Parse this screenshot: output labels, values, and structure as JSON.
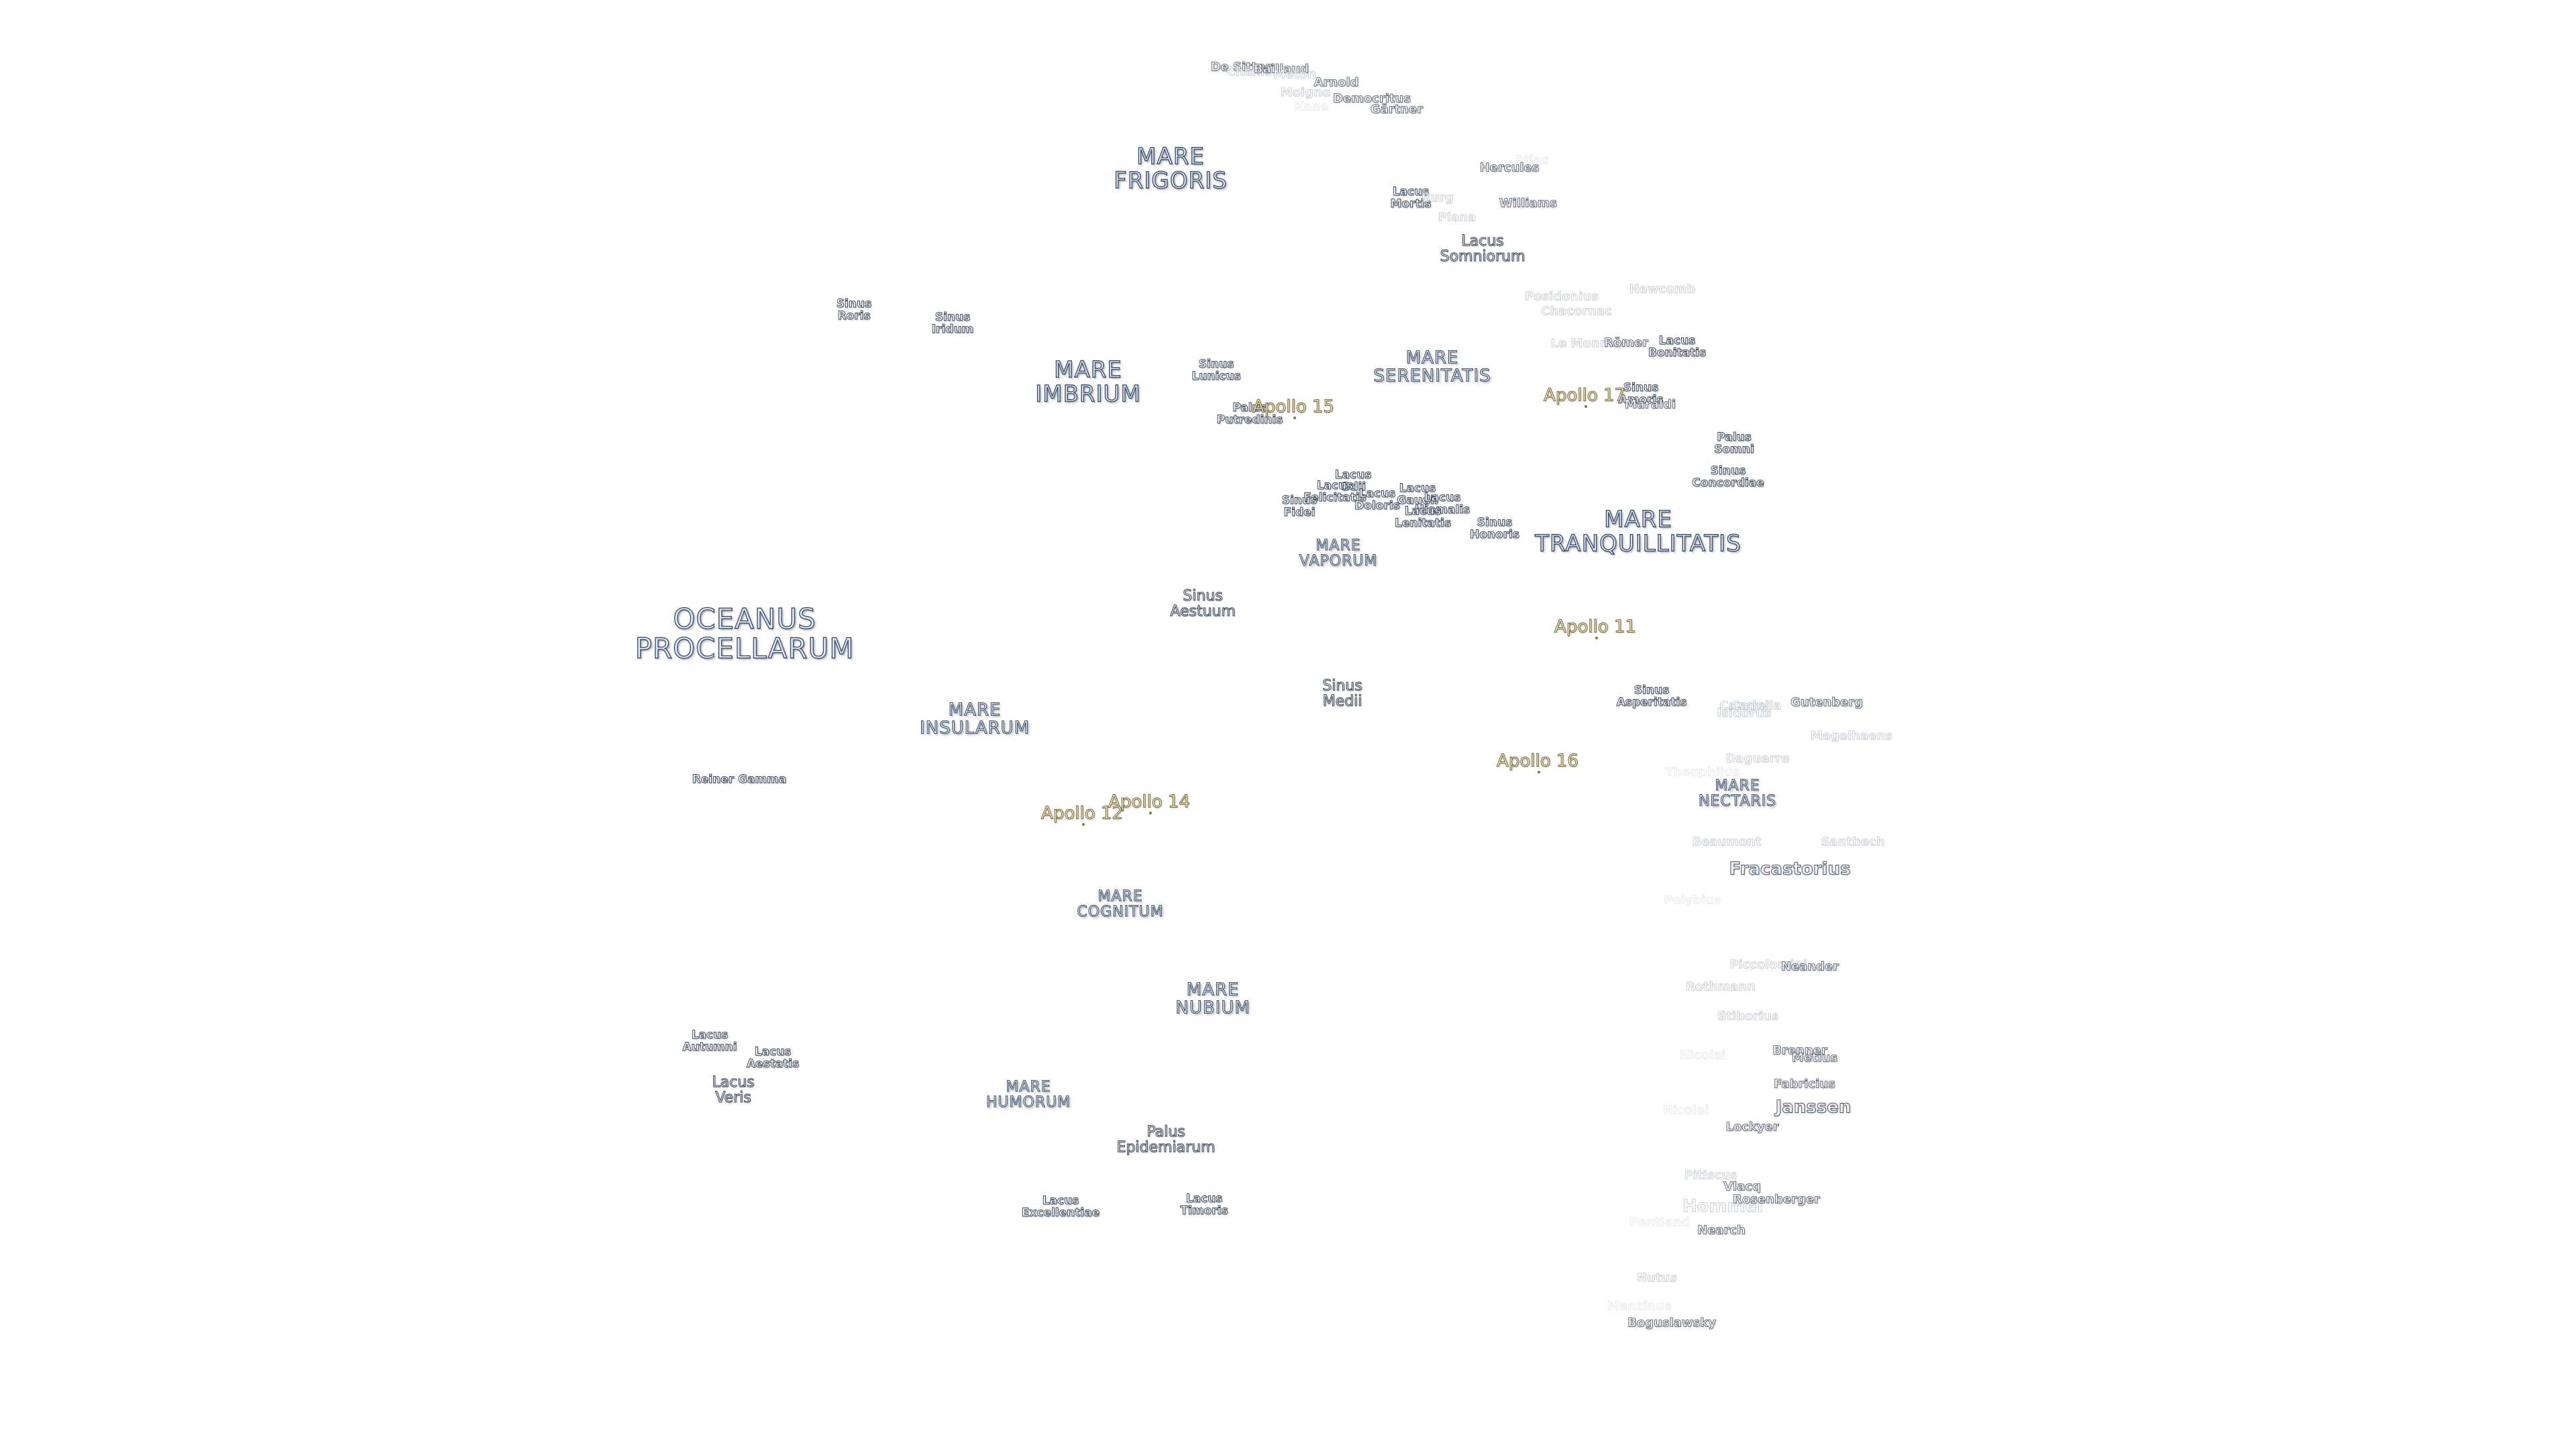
{
  "map": {
    "background": "#ffffff",
    "maria": [
      {
        "id": "mare-frigoris",
        "text": "MARE\nFRIGORIS",
        "size": "normal"
      },
      {
        "id": "mare-imbrium",
        "text": "MARE\nIMBRIUM",
        "size": "normal"
      },
      {
        "id": "mare-serenitatis",
        "text": "MARE\nSERENITATIS",
        "size": "mid"
      },
      {
        "id": "mare-tranquillitatis",
        "text": "MARE\nTRANQUILLITATIS",
        "size": "normal"
      },
      {
        "id": "oceanus-procellarum",
        "text": "OCEANUS\nPROCELLARUM",
        "size": "big"
      },
      {
        "id": "mare-insularum",
        "text": "MARE\nINSULARUM",
        "size": "mid"
      },
      {
        "id": "mare-vaporum",
        "text": "MARE\nVAPORUM",
        "size": "small"
      },
      {
        "id": "mare-nectaris",
        "text": "MARE\nNECTARIS",
        "size": "small"
      },
      {
        "id": "mare-cognitum",
        "text": "MARE\nCOGNITUM",
        "size": "small"
      },
      {
        "id": "mare-nubium",
        "text": "MARE\nNUBIUM",
        "size": "mid"
      },
      {
        "id": "mare-humorum",
        "text": "MARE\nHUMORUM",
        "size": "small"
      }
    ],
    "lakes": [
      {
        "id": "sinus-roris",
        "text": "Sinus\nRoris"
      },
      {
        "id": "sinus-iridum",
        "text": "Sinus\nIridum"
      },
      {
        "id": "sinus-lunicus",
        "text": "Sinus\nLunicus"
      },
      {
        "id": "palus-putredinis",
        "text": "Palus\nPutredinis"
      },
      {
        "id": "lacus-mortis",
        "text": "Lacus\nMortis"
      },
      {
        "id": "lacus-somniorum",
        "text": "Lacus\nSomniorum",
        "large": true
      },
      {
        "id": "lacus-bonitatis",
        "text": "Lacus\nBonitatis"
      },
      {
        "id": "sinus-amoris",
        "text": "Sinus\nAmoris"
      },
      {
        "id": "palus-somni",
        "text": "Palus\nSomni"
      },
      {
        "id": "sinus-concordiae",
        "text": "Sinus\nConcordiae"
      },
      {
        "id": "lacus-odii",
        "text": "Lacus\nOdii"
      },
      {
        "id": "lacus-felicitatis",
        "text": "Lacus\nFelicitatis"
      },
      {
        "id": "lacus-doloris",
        "text": "Lacus\nDoloris"
      },
      {
        "id": "lacus-gaudii",
        "text": "Lacus\nGaudii"
      },
      {
        "id": "lacus-hiemalis",
        "text": "Lacus\nHiemalis"
      },
      {
        "id": "lacus-lenitatis",
        "text": "Lacus\nLenitatis"
      },
      {
        "id": "sinus-fidei",
        "text": "Sinus\nFidei"
      },
      {
        "id": "sinus-honoris",
        "text": "Sinus\nHonoris"
      },
      {
        "id": "sinus-aestuum",
        "text": "Sinus\nAestuum",
        "large": true
      },
      {
        "id": "sinus-medii",
        "text": "Sinus\nMedii",
        "large": true
      },
      {
        "id": "sinus-asperitatis",
        "text": "Sinus\nAsperitatis"
      },
      {
        "id": "reiner-gamma",
        "text": "Reiner Gamma"
      },
      {
        "id": "lacus-autumni",
        "text": "Lacus\nAutumni"
      },
      {
        "id": "lacus-aestatis",
        "text": "Lacus\nAestatis"
      },
      {
        "id": "lacus-veris",
        "text": "Lacus\nVeris",
        "large": true
      },
      {
        "id": "palus-epidemiarum",
        "text": "Palus\nEpidemiarum",
        "large": true
      },
      {
        "id": "lacus-excellentiae",
        "text": "Lacus\nExcellentiae"
      },
      {
        "id": "lacus-timoris",
        "text": "Lacus\nTimoris"
      }
    ],
    "craters": [
      {
        "id": "de-sitter",
        "text": "De Sitter",
        "tone": "normal"
      },
      {
        "id": "challis",
        "text": "Challis",
        "tone": "faint"
      },
      {
        "id": "baillaud",
        "text": "Baillaud",
        "tone": "normal"
      },
      {
        "id": "arnold",
        "text": "Arnold",
        "tone": "normal"
      },
      {
        "id": "meton",
        "text": "Meton",
        "tone": "faint"
      },
      {
        "id": "moigno",
        "text": "Moigno",
        "tone": "faint"
      },
      {
        "id": "democritus",
        "text": "Democritus",
        "tone": "normal"
      },
      {
        "id": "gartner",
        "text": "Gärtner",
        "tone": "normal"
      },
      {
        "id": "kane",
        "text": "Kane",
        "tone": "vfaint"
      },
      {
        "id": "atlas",
        "text": "Atlas",
        "tone": "vfaint"
      },
      {
        "id": "hercules",
        "text": "Hercules",
        "tone": "normal"
      },
      {
        "id": "burg",
        "text": "Burg",
        "tone": "faint"
      },
      {
        "id": "williams",
        "text": "Williams",
        "tone": "normal"
      },
      {
        "id": "plana",
        "text": "Plana",
        "tone": "faint"
      },
      {
        "id": "posidonius",
        "text": "Posidonius",
        "tone": "faint"
      },
      {
        "id": "chacornac",
        "text": "Chacornac",
        "tone": "faint"
      },
      {
        "id": "newcomb",
        "text": "Newcomb",
        "tone": "faint"
      },
      {
        "id": "le-monnier",
        "text": "Le Monnier",
        "tone": "faint"
      },
      {
        "id": "romer",
        "text": "Römer",
        "tone": "normal"
      },
      {
        "id": "maraldi",
        "text": "Maraldi",
        "tone": "normal"
      },
      {
        "id": "cauchy",
        "text": "Cauchy",
        "tone": "faint"
      },
      {
        "id": "gutenberg",
        "text": "Gutenberg",
        "tone": "normal"
      },
      {
        "id": "capella",
        "text": "Capella",
        "tone": "faint"
      },
      {
        "id": "isidorus",
        "text": "Isidorus",
        "tone": "faint"
      },
      {
        "id": "magelhaens",
        "text": "Magelhaens",
        "tone": "faint"
      },
      {
        "id": "daguerre",
        "text": "Daguerre",
        "tone": "faint"
      },
      {
        "id": "theophilus",
        "text": "Theophilus",
        "tone": "vfaint"
      },
      {
        "id": "beaumont",
        "text": "Beaumont",
        "tone": "faint"
      },
      {
        "id": "santbech",
        "text": "Santbech",
        "tone": "faint"
      },
      {
        "id": "fracastorius",
        "text": "Fracastorius",
        "tone": "normal",
        "large": true
      },
      {
        "id": "polybius",
        "text": "Polybius",
        "tone": "vfaint"
      },
      {
        "id": "piccolomini",
        "text": "Piccolomini",
        "tone": "faint"
      },
      {
        "id": "neander",
        "text": "Neander",
        "tone": "normal"
      },
      {
        "id": "rothmann",
        "text": "Rothmann",
        "tone": "faint"
      },
      {
        "id": "stiborius",
        "text": "Stiborius",
        "tone": "faint"
      },
      {
        "id": "nicolai",
        "text": "Nicolai",
        "tone": "vfaint"
      },
      {
        "id": "brenner",
        "text": "Brenner",
        "tone": "normal"
      },
      {
        "id": "metius",
        "text": "Metius",
        "tone": "normal"
      },
      {
        "id": "fabricius",
        "text": "Fabricius",
        "tone": "normal"
      },
      {
        "id": "janssen",
        "text": "Janssen",
        "tone": "normal",
        "large": true
      },
      {
        "id": "nicolai-2",
        "text": "Nicolai",
        "tone": "vfaint"
      },
      {
        "id": "lockyer",
        "text": "Lockyer",
        "tone": "normal"
      },
      {
        "id": "pitiscus",
        "text": "Pitiscus",
        "tone": "faint"
      },
      {
        "id": "vlacq",
        "text": "Vlacq",
        "tone": "normal"
      },
      {
        "id": "hommel",
        "text": "Hommel",
        "tone": "faint",
        "large": true
      },
      {
        "id": "rosenberger",
        "text": "Rosenberger",
        "tone": "normal"
      },
      {
        "id": "pentland",
        "text": "Pentland",
        "tone": "vfaint"
      },
      {
        "id": "nearch",
        "text": "Nearch",
        "tone": "normal"
      },
      {
        "id": "nutus",
        "text": "Nutus",
        "tone": "faint"
      },
      {
        "id": "manzinus",
        "text": "Manzinus",
        "tone": "vfaint"
      },
      {
        "id": "boguslawsky",
        "text": "Boguslawsky",
        "tone": "normal"
      }
    ],
    "apollo_sites": [
      {
        "id": "apollo-15",
        "text": "Apollo 15"
      },
      {
        "id": "apollo-17",
        "text": "Apollo 17"
      },
      {
        "id": "apollo-11",
        "text": "Apollo 11"
      },
      {
        "id": "apollo-16",
        "text": "Apollo 16"
      },
      {
        "id": "apollo-14",
        "text": "Apollo 14"
      },
      {
        "id": "apollo-12",
        "text": "Apollo 12"
      }
    ]
  }
}
